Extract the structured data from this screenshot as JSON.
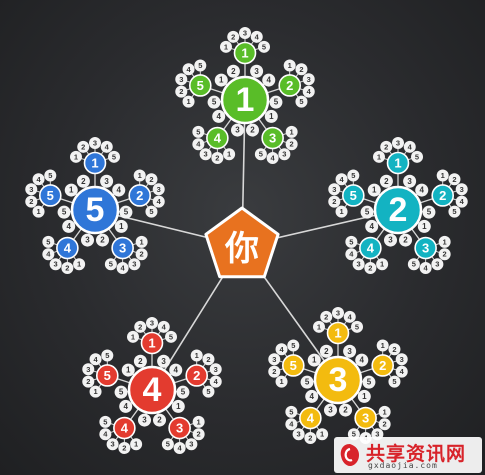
{
  "center": {
    "label": "你",
    "color": "#e8721f"
  },
  "clusters": [
    {
      "id": "1",
      "label": "1",
      "color": "#59bd28"
    },
    {
      "id": "2",
      "label": "2",
      "color": "#13b3c2"
    },
    {
      "id": "3",
      "label": "3",
      "color": "#f3bb0f"
    },
    {
      "id": "4",
      "label": "4",
      "color": "#e33b2f"
    },
    {
      "id": "5",
      "label": "5",
      "color": "#2f76d8"
    }
  ],
  "node_labels": [
    "1",
    "2",
    "3",
    "4",
    "5"
  ],
  "colors": {
    "line": "#d8d8d8",
    "small_node": "#f2f2f2",
    "small_node_text": "#333333"
  },
  "watermark": {
    "title": "共享资讯网",
    "subtitle": "gxdaojia.com"
  }
}
